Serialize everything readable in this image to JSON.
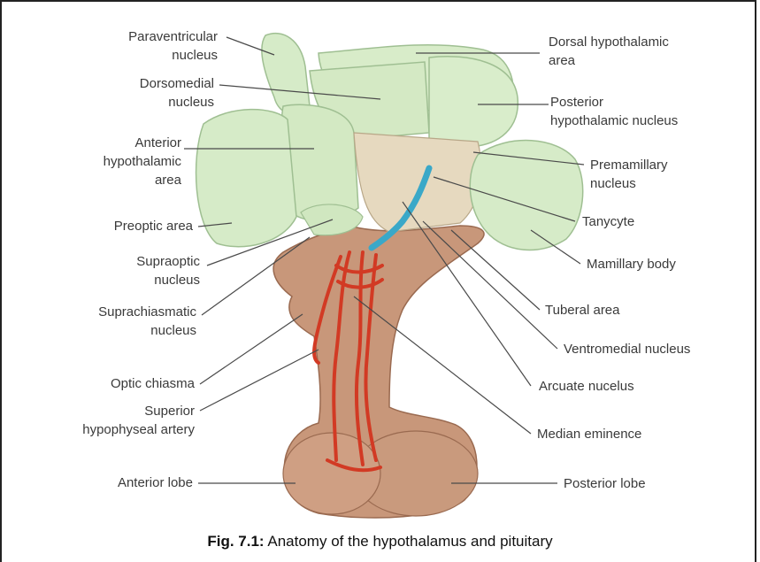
{
  "figure": {
    "caption_number": "Fig. 7.1:",
    "caption_text": " Anatomy of the hypothalamus and pituitary"
  },
  "labels": {
    "left": [
      {
        "id": "paraventricular",
        "lines": [
          "Paraventricular",
          "nucleus"
        ]
      },
      {
        "id": "dorsomedial",
        "lines": [
          "Dorsomedial",
          "nucleus"
        ]
      },
      {
        "id": "anterior-hypothalamic",
        "lines": [
          "Anterior",
          "hypothalamic",
          "area"
        ]
      },
      {
        "id": "preoptic",
        "lines": [
          "Preoptic area"
        ]
      },
      {
        "id": "supraoptic",
        "lines": [
          "Supraoptic",
          "nucleus"
        ]
      },
      {
        "id": "suprachiasmatic",
        "lines": [
          "Suprachiasmatic",
          "nucleus"
        ]
      },
      {
        "id": "optic-chiasma",
        "lines": [
          "Optic chiasma"
        ]
      },
      {
        "id": "superior-hypophyseal",
        "lines": [
          "Superior",
          "hypophyseal artery"
        ]
      },
      {
        "id": "anterior-lobe",
        "lines": [
          "Anterior lobe"
        ]
      }
    ],
    "right": [
      {
        "id": "dorsal-hypothalamic",
        "lines": [
          "Dorsal hypothalamic",
          "area"
        ]
      },
      {
        "id": "posterior-hypothalamic",
        "lines": [
          "Posterior",
          "hypothalamic nucleus"
        ]
      },
      {
        "id": "premamillary",
        "lines": [
          "Premamillary",
          "nucleus"
        ]
      },
      {
        "id": "tanycyte",
        "lines": [
          "Tanycyte"
        ]
      },
      {
        "id": "mamillary-body",
        "lines": [
          "Mamillary body"
        ]
      },
      {
        "id": "tuberal-area",
        "lines": [
          "Tuberal area"
        ]
      },
      {
        "id": "ventromedial",
        "lines": [
          "Ventromedial nucleus"
        ]
      },
      {
        "id": "arcuate",
        "lines": [
          "Arcuate nucelus"
        ]
      },
      {
        "id": "median-eminence",
        "lines": [
          "Median eminence"
        ]
      },
      {
        "id": "posterior-lobe",
        "lines": [
          "Posterior lobe"
        ]
      }
    ]
  },
  "colors": {
    "nucleus_fill": "#d6ebc8",
    "nucleus_outline": "#9fbf92",
    "stalk_fill": "#c8977a",
    "stalk_outline": "#9a6a50",
    "artery": "#d23a24",
    "tanycyte": "#3aa8c8",
    "leader_line": "#4a4a4a"
  }
}
